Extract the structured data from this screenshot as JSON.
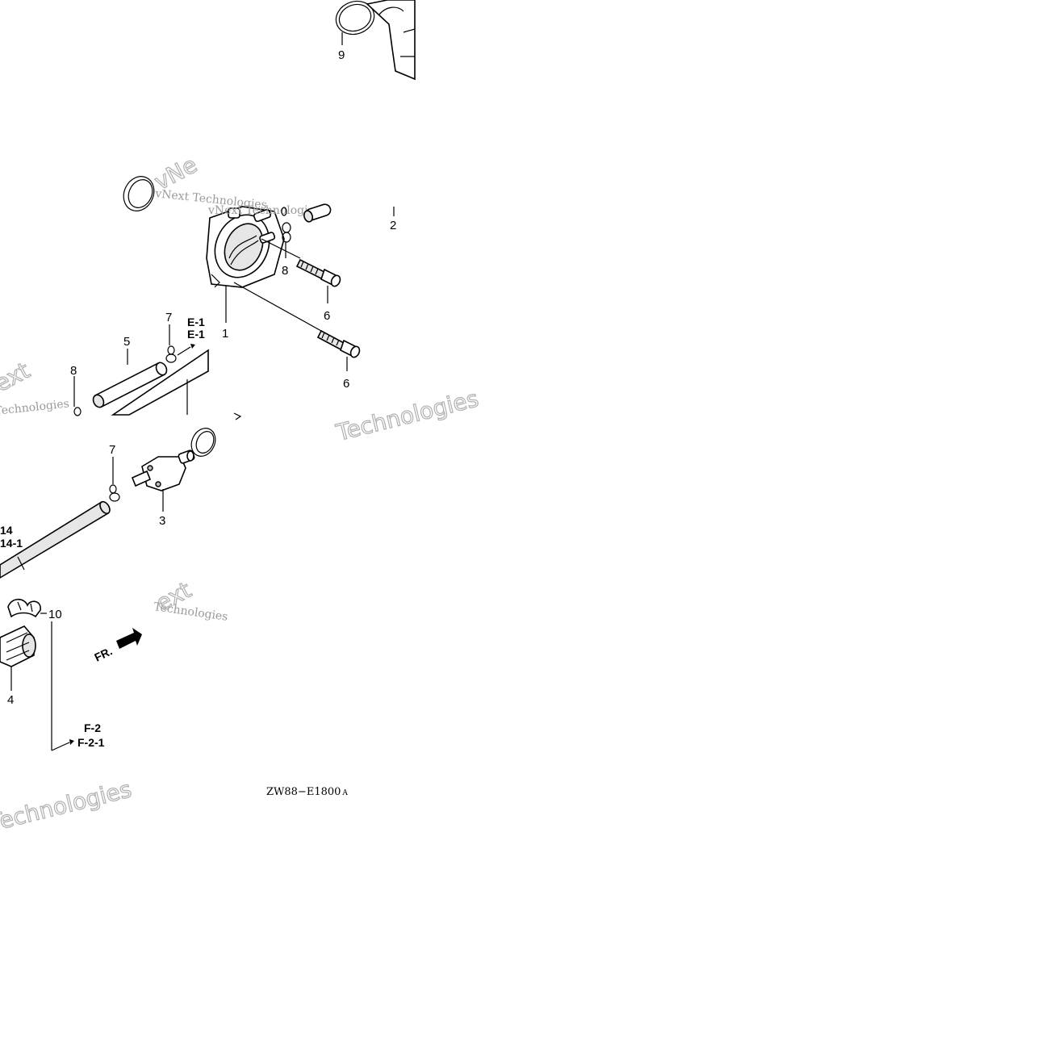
{
  "callouts": {
    "c1": "1",
    "c2": "2",
    "c3": "3",
    "c4": "4",
    "c5": "5",
    "c6a": "6",
    "c6b": "6",
    "c7a": "7",
    "c7b": "7",
    "c8a": "8",
    "c8b": "8",
    "c9": "9",
    "c10": "10"
  },
  "refs": {
    "e1a": "E-1",
    "e1b": "E-1",
    "m14": "14",
    "m141": "14-1",
    "f2": "F-2",
    "f21": "F-2-1",
    "fr": "FR."
  },
  "diagram_code": "ZW88−E1800",
  "diagram_code_suffix": "A",
  "watermarks": {
    "w1": "vNext Technologies",
    "w2": "vNext Technologies",
    "w3": "Technologies",
    "w4": "Technologies",
    "w5": "Technologies",
    "w6": "Technologies",
    "w7": "vNe",
    "w8": "ext",
    "w9": "ext"
  },
  "icons": {
    "front_arrow": "front-direction-arrow-icon"
  }
}
